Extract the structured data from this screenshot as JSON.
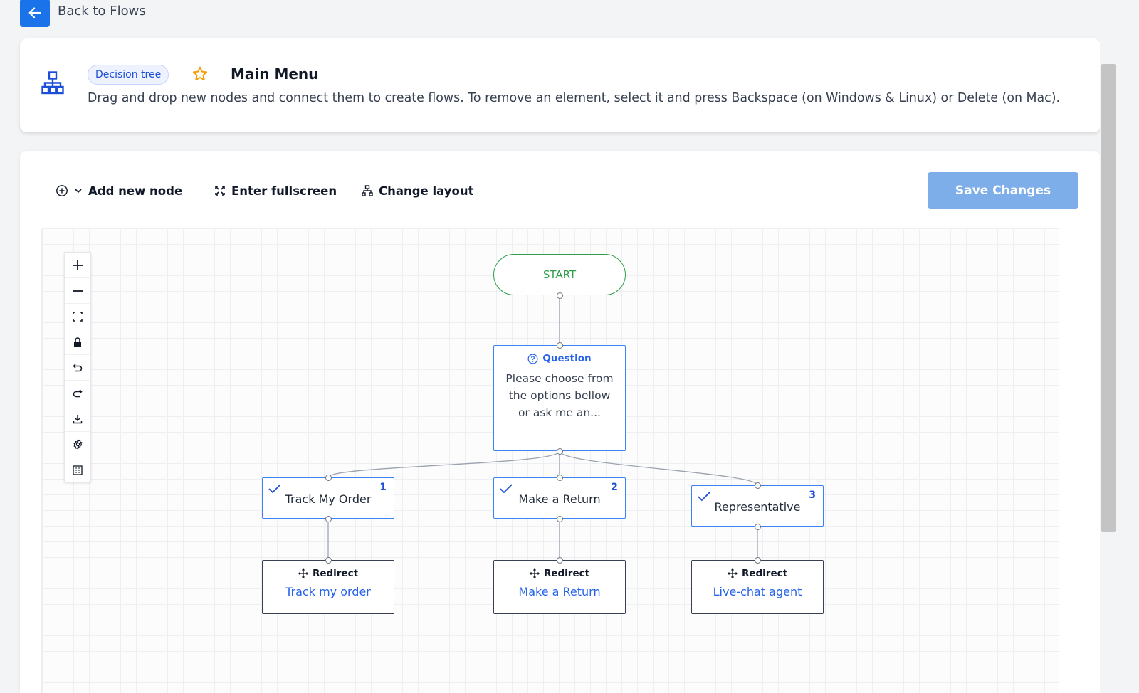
{
  "nav": {
    "back_label": "Back to Flows"
  },
  "header": {
    "badge": "Decision tree",
    "title": "Main Menu",
    "description": "Drag and drop new nodes and connect them to create flows. To remove an element, select it and press Backspace (on Windows & Linux) or Delete (on Mac)."
  },
  "toolbar": {
    "add_node": "Add new node",
    "fullscreen": "Enter fullscreen",
    "layout": "Change layout",
    "save": "Save Changes"
  },
  "controls": [
    "zoom-in",
    "zoom-out",
    "fit-view",
    "lock",
    "undo",
    "redo",
    "download",
    "settings",
    "minimap"
  ],
  "flow": {
    "start": "START",
    "question": {
      "type": "Question",
      "text": "Please choose from the options bellow or ask me an..."
    },
    "options": [
      {
        "label": "Track My Order",
        "number": "1"
      },
      {
        "label": "Make a Return",
        "number": "2"
      },
      {
        "label": "Representative",
        "number": "3"
      }
    ],
    "redirects": [
      {
        "type": "Redirect",
        "target": "Track my order"
      },
      {
        "type": "Redirect",
        "target": "Make a Return"
      },
      {
        "type": "Redirect",
        "target": "Live-chat agent"
      }
    ]
  },
  "colors": {
    "primary": "#1a73e8",
    "save_disabled": "#7eaee9",
    "start_green": "#2e9e4c",
    "node_blue": "#3b82f6",
    "link_blue": "#2563eb"
  }
}
